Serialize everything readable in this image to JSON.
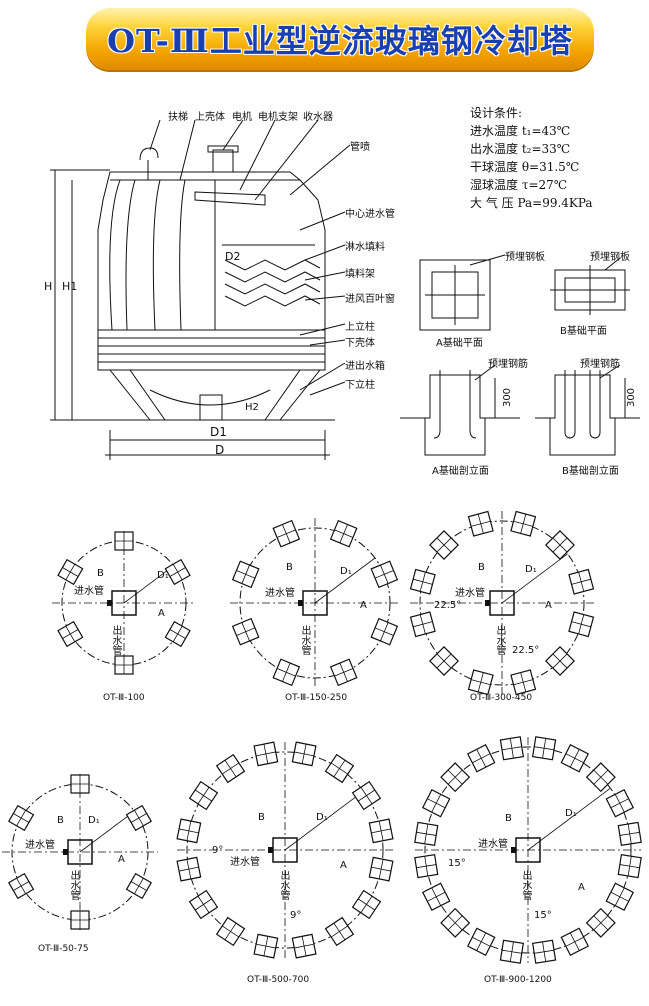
{
  "title": "OT-Ⅲ工业型逆流玻璃钢冷却塔",
  "tower_labels": {
    "ladder": "扶梯",
    "upper_shell": "上壳体",
    "motor": "电机",
    "motor_bracket": "电机支架",
    "water_collector": "收水器",
    "sprinkler": "管喷",
    "center_inlet": "中心进水管",
    "fill": "淋水填料",
    "fill_rack": "填料架",
    "louver": "进风百叶窗",
    "upper_column": "上立柱",
    "lower_shell": "下壳体",
    "inlet_box": "进出水箱",
    "lower_column": "下立柱",
    "dim_D": "D",
    "dim_D1": "D1",
    "dim_D2": "D2",
    "dim_H": "H",
    "dim_H1": "H1",
    "dim_H2": "H2"
  },
  "design_conditions": {
    "heading": "设计条件:",
    "lines": [
      "进水温度 t₁=43℃",
      "出水温度 t₂=33℃",
      "干球温度 θ=31.5℃",
      "湿球温度 τ=27℃",
      "大 气 压 Pa=99.4KPa"
    ]
  },
  "foundation": {
    "embedded_plate": "预埋钢板",
    "embedded_bar": "预埋钢筋",
    "a_plan": "A基础平面",
    "b_plan": "B基础平面",
    "a_section": "A基础剖立面",
    "b_section": "B基础剖立面",
    "height": "300"
  },
  "layout_labels": {
    "B": "B",
    "A": "A",
    "D1": "D₁",
    "inlet": "进水管",
    "outlet": "出水管",
    "angle_22": "22.5°",
    "angle_9": "9°",
    "angle_15": "15°"
  },
  "layouts": [
    "OT-Ⅲ-100",
    "OT-Ⅲ-150-250",
    "OT-Ⅲ-300-450",
    "OT-Ⅲ-50-75",
    "OT-Ⅲ-500-700",
    "OT-Ⅲ-900-1200"
  ]
}
